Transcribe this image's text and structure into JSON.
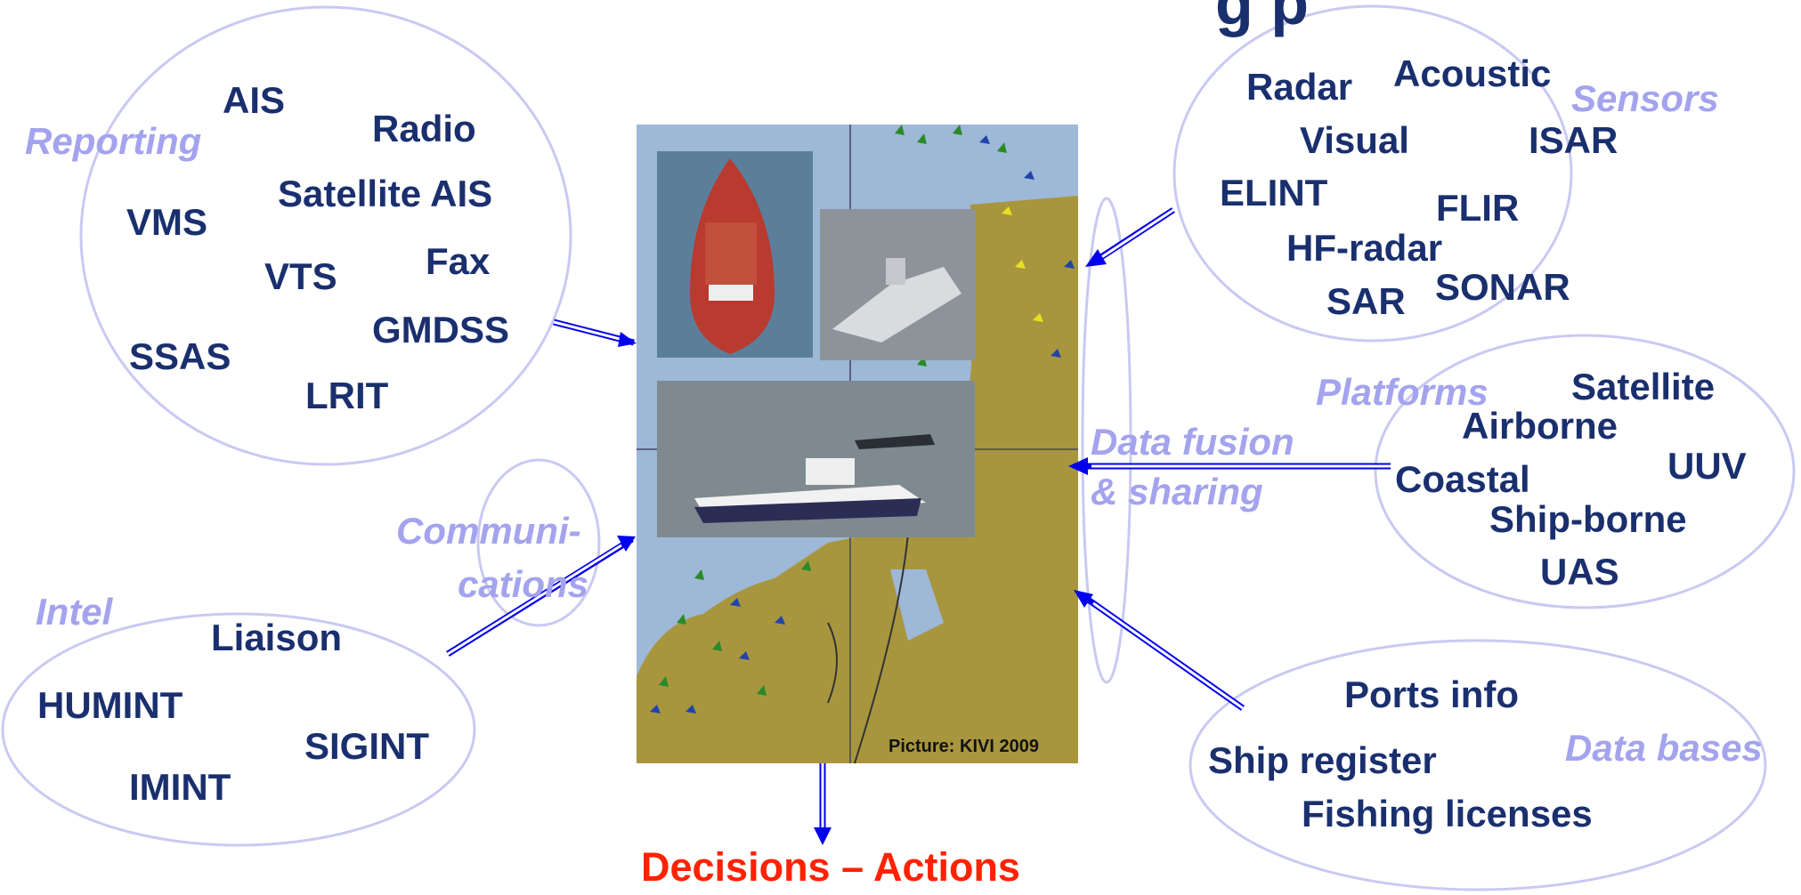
{
  "header": {
    "partial_title": "g p"
  },
  "reporting": {
    "category": "Reporting",
    "items": [
      "AIS",
      "Radio",
      "Satellite AIS",
      "VMS",
      "VTS",
      "Fax",
      "GMDSS",
      "SSAS",
      "LRIT"
    ]
  },
  "sensors": {
    "category": "Sensors",
    "items": [
      "Radar",
      "Acoustic",
      "Visual",
      "ISAR",
      "ELINT",
      "FLIR",
      "HF-radar",
      "SAR",
      "SONAR"
    ]
  },
  "platforms": {
    "category": "Platforms",
    "items": [
      "Satellite",
      "Airborne",
      "UUV",
      "Coastal",
      "Ship-borne",
      "UAS"
    ]
  },
  "intel": {
    "category": "Intel",
    "items": [
      "Liaison",
      "HUMINT",
      "SIGINT",
      "IMINT"
    ]
  },
  "communications": {
    "line1": "Communi-",
    "line2": "cations"
  },
  "fusion": {
    "line1": "Data fusion",
    "line2": "& sharing"
  },
  "databases": {
    "category": "Data bases",
    "items": [
      "Ports info",
      "Ship register",
      "Fishing licenses"
    ]
  },
  "picture": {
    "credit": "Picture: KIVI 2009"
  },
  "output": {
    "label": "Decisions – Actions"
  },
  "colors": {
    "item_text": "#1a2f6e",
    "category_text": "#a3a3ee",
    "ellipse_stroke": "#c9c9f2",
    "arrow": "#0000ee",
    "decision_text": "#ff2200",
    "sea": "#9eb8d8",
    "land": "#a8963f"
  }
}
